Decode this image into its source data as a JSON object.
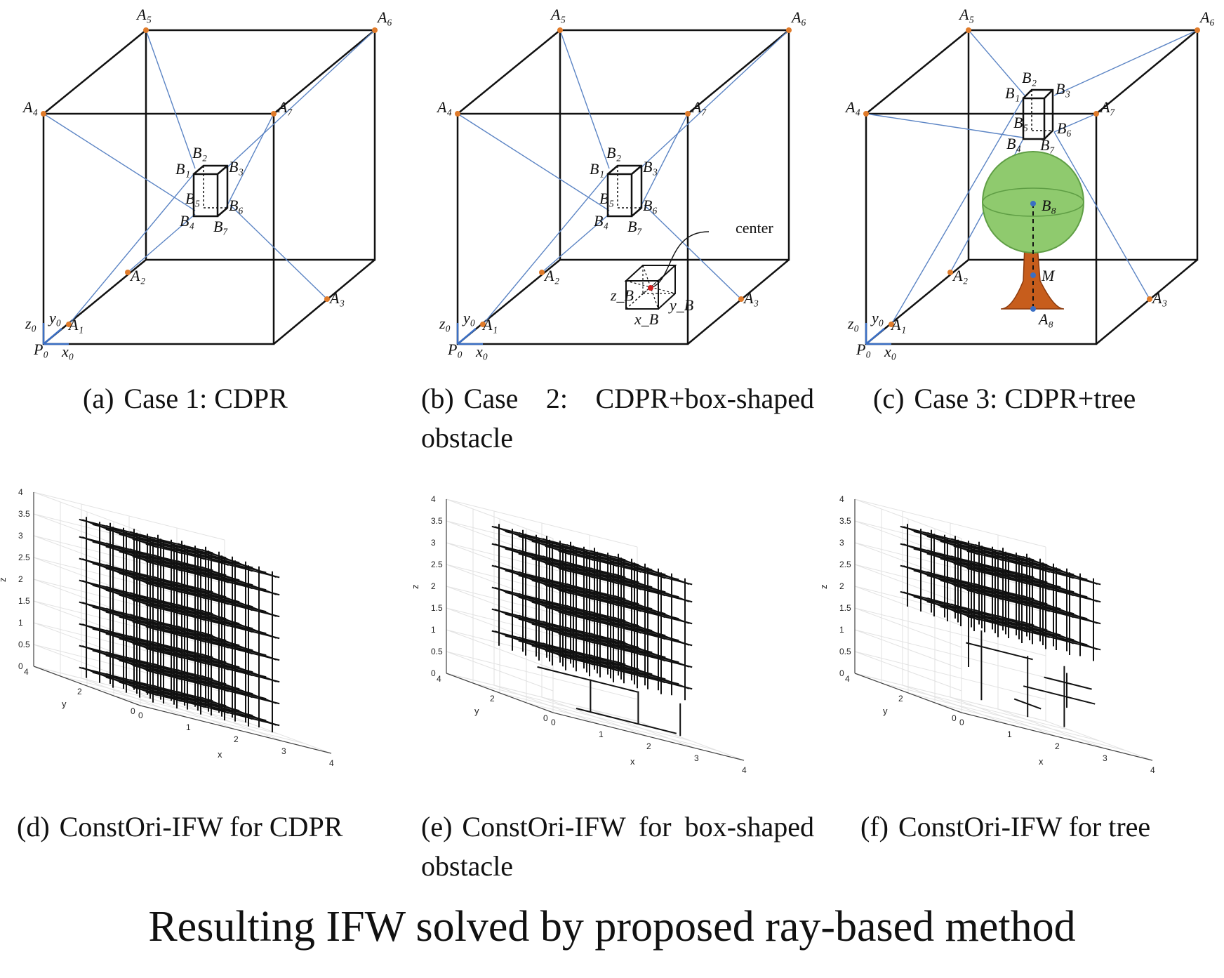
{
  "title": "Resulting IFW solved by proposed ray-based method",
  "captions": [
    {
      "id": "a",
      "label": "(a)",
      "text": "Case 1: CDPR"
    },
    {
      "id": "b",
      "label": "(b)",
      "text": "Case 2: CDPR+box-shaped obstacle"
    },
    {
      "id": "c",
      "label": "(c)",
      "text": "Case 3: CDPR+tree"
    },
    {
      "id": "d",
      "label": "(d)",
      "text": "ConstOri-IFW for CDPR"
    },
    {
      "id": "e",
      "label": "(e)",
      "text": "ConstOri-IFW for box-shaped obstacle"
    },
    {
      "id": "f",
      "label": "(f)",
      "text": "ConstOri-IFW for tree"
    }
  ],
  "diagram_labels": {
    "anchors": [
      "A1",
      "A2",
      "A3",
      "A4",
      "A5",
      "A6",
      "A7"
    ],
    "platform": [
      "B1",
      "B2",
      "B3",
      "B4",
      "B5",
      "B6",
      "B7"
    ],
    "frame": [
      "P0",
      "x0",
      "y0",
      "z0"
    ],
    "obstacle_box": [
      "center",
      "xB",
      "yB",
      "zB"
    ],
    "tree": [
      "B8",
      "M",
      "A8"
    ]
  },
  "colors": {
    "cable": "#5b84c4",
    "anchor_point": "#e07b2a",
    "platform_point": "#3b6fc4",
    "tree_crown": "#8fca6e",
    "tree_trunk": "#c75d1c",
    "obstacle_center": "#d21f1f"
  },
  "chart_data": [
    {
      "id": "d",
      "type": "scatter",
      "title": "",
      "xlabel": "x",
      "ylabel": "y",
      "zlabel": "z",
      "xlim": [
        0,
        4
      ],
      "ylim": [
        0,
        4
      ],
      "zlim": [
        0,
        4
      ],
      "xticks": [
        "0",
        "1",
        "2",
        "3",
        "4"
      ],
      "yticks": [
        "0",
        "2",
        "4"
      ],
      "zticks": [
        "0",
        "0.5",
        "1",
        "1.5",
        "2",
        "2.5",
        "3",
        "3.5",
        "4"
      ],
      "grid": true,
      "lattice": {
        "x": [
          0.6,
          1.1,
          1.6,
          2.1,
          2.6,
          3.1
        ],
        "y": [
          0.6,
          1.1,
          1.6,
          2.1,
          2.6,
          3.1
        ],
        "z_levels": [
          0.3,
          0.8,
          1.3,
          1.8,
          2.3,
          2.8,
          3.3,
          3.7
        ],
        "z_range": [
          0.1,
          3.8
        ]
      }
    },
    {
      "id": "e",
      "type": "scatter",
      "title": "",
      "xlabel": "x",
      "ylabel": "y",
      "zlabel": "z",
      "xlim": [
        0,
        4
      ],
      "ylim": [
        0,
        4
      ],
      "zlim": [
        0,
        4
      ],
      "xticks": [
        "0",
        "1",
        "2",
        "3",
        "4"
      ],
      "yticks": [
        "0",
        "2",
        "4"
      ],
      "zticks": [
        "0",
        "0.5",
        "1",
        "1.5",
        "2",
        "2.5",
        "3",
        "3.5",
        "4"
      ],
      "grid": true,
      "lattice": {
        "x": [
          0.6,
          1.1,
          1.6,
          2.1,
          2.6,
          3.1
        ],
        "y": [
          0.6,
          1.1,
          1.6,
          2.1,
          2.6,
          3.1
        ],
        "z_levels": [
          1.3,
          1.8,
          2.3,
          2.8,
          3.3,
          3.7
        ],
        "z_range": [
          1.0,
          3.8
        ],
        "extra_bottom": true
      }
    },
    {
      "id": "f",
      "type": "scatter",
      "title": "",
      "xlabel": "x",
      "ylabel": "y",
      "zlabel": "z",
      "xlim": [
        0,
        4
      ],
      "ylim": [
        0,
        4
      ],
      "zlim": [
        0,
        4
      ],
      "xticks": [
        "0",
        "1",
        "2",
        "3",
        "4"
      ],
      "yticks": [
        "0",
        "2",
        "4"
      ],
      "zticks": [
        "0",
        "0.5",
        "1",
        "1.5",
        "2",
        "2.5",
        "3",
        "3.5",
        "4"
      ],
      "grid": true,
      "lattice": {
        "x": [
          0.6,
          1.1,
          1.6,
          2.1,
          2.6,
          3.1
        ],
        "y": [
          0.6,
          1.1,
          1.6,
          2.1,
          2.6,
          3.1
        ],
        "z_levels": [
          2.2,
          2.8,
          3.3,
          3.7
        ],
        "z_range": [
          1.9,
          3.8
        ],
        "sparse_lower": true
      }
    }
  ]
}
